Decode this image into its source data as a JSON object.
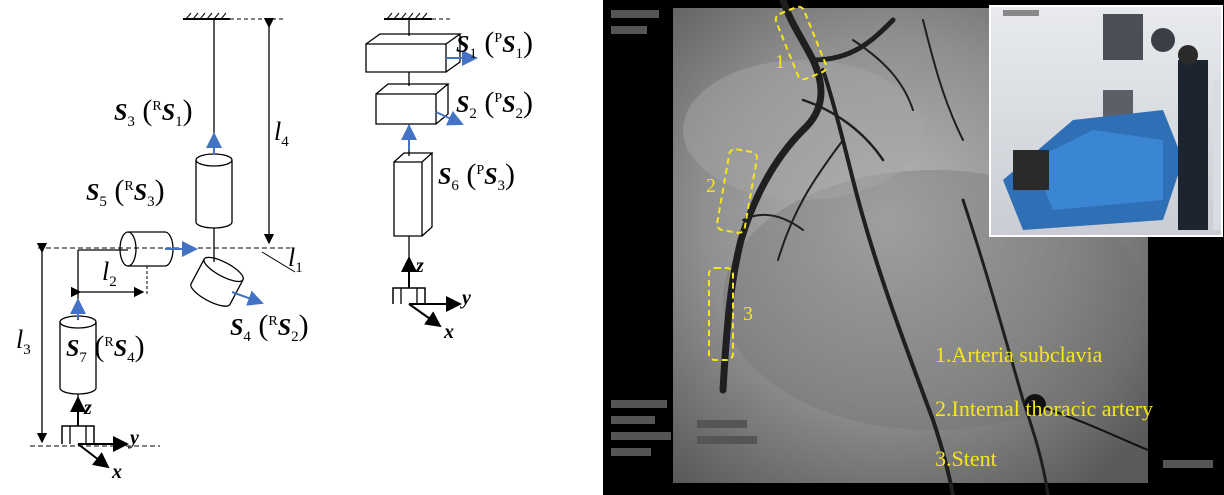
{
  "kinematic_diagram": {
    "joints": [
      {
        "id": "s3",
        "sym": "S",
        "sub": "3",
        "pre": "R",
        "inner": "S",
        "inner_sub": "1"
      },
      {
        "id": "s5",
        "sym": "S",
        "sub": "5",
        "pre": "R",
        "inner": "S",
        "inner_sub": "3"
      },
      {
        "id": "s4",
        "sym": "S",
        "sub": "4",
        "pre": "R",
        "inner": "S",
        "inner_sub": "2"
      },
      {
        "id": "s7",
        "sym": "S",
        "sub": "7",
        "pre": "R",
        "inner": "S",
        "inner_sub": "4"
      },
      {
        "id": "s1",
        "sym": "S",
        "sub": "1",
        "pre": "P",
        "inner": "S",
        "inner_sub": "1"
      },
      {
        "id": "s2",
        "sym": "S",
        "sub": "2",
        "pre": "P",
        "inner": "S",
        "inner_sub": "2"
      },
      {
        "id": "s6",
        "sym": "S",
        "sub": "6",
        "pre": "P",
        "inner": "S",
        "inner_sub": "3"
      }
    ],
    "lengths": [
      {
        "id": "l4",
        "sym": "l",
        "sub": "4"
      },
      {
        "id": "l2",
        "sym": "l",
        "sub": "2"
      },
      {
        "id": "l1",
        "sym": "l",
        "sub": "1"
      },
      {
        "id": "l3",
        "sym": "l",
        "sub": "3"
      }
    ],
    "axes": {
      "z": "z",
      "y": "y",
      "x": "x"
    },
    "colors": {
      "line": "#000000",
      "arrow": "#4472c4"
    }
  },
  "fluoroscopy": {
    "markers": [
      "1",
      "2",
      "3"
    ],
    "legend": [
      "1.Arteria subclavia",
      "2.Internal thoracic artery",
      "3.Stent"
    ],
    "colors": {
      "annotation": "#f5e61a",
      "background": "#000000"
    }
  }
}
